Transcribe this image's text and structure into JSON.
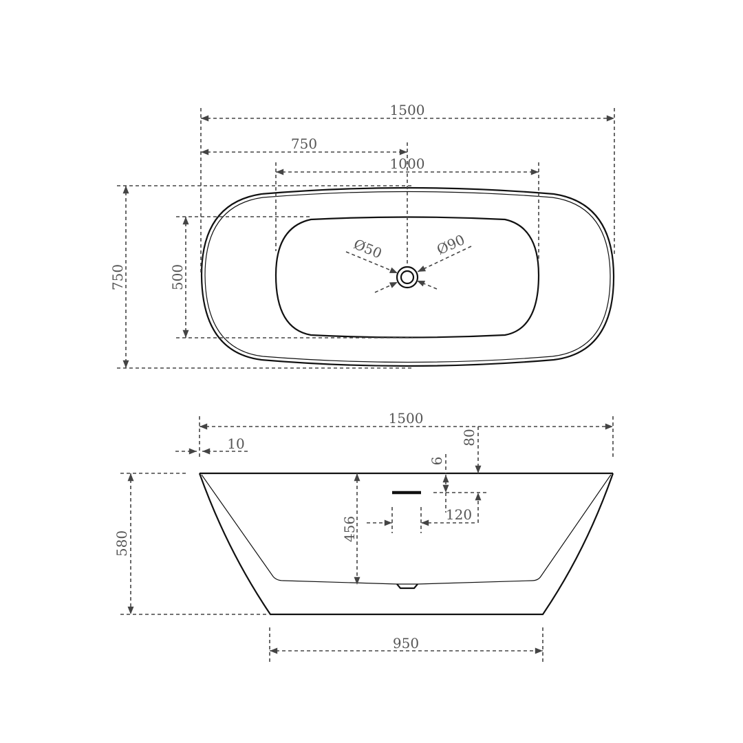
{
  "top_view": {
    "overall_length": "1500",
    "center_offset": "750",
    "basin_length": "1000",
    "overall_width": "750",
    "basin_width": "500",
    "drain_diameter": "Ø50",
    "drain_outer_diameter": "Ø90"
  },
  "side_view": {
    "overall_length": "1500",
    "rim_offset": "10",
    "overflow_top_offset": "80",
    "overflow_height": "6",
    "overflow_width": "120",
    "inner_depth": "456",
    "overall_height": "580",
    "base_length": "950"
  }
}
